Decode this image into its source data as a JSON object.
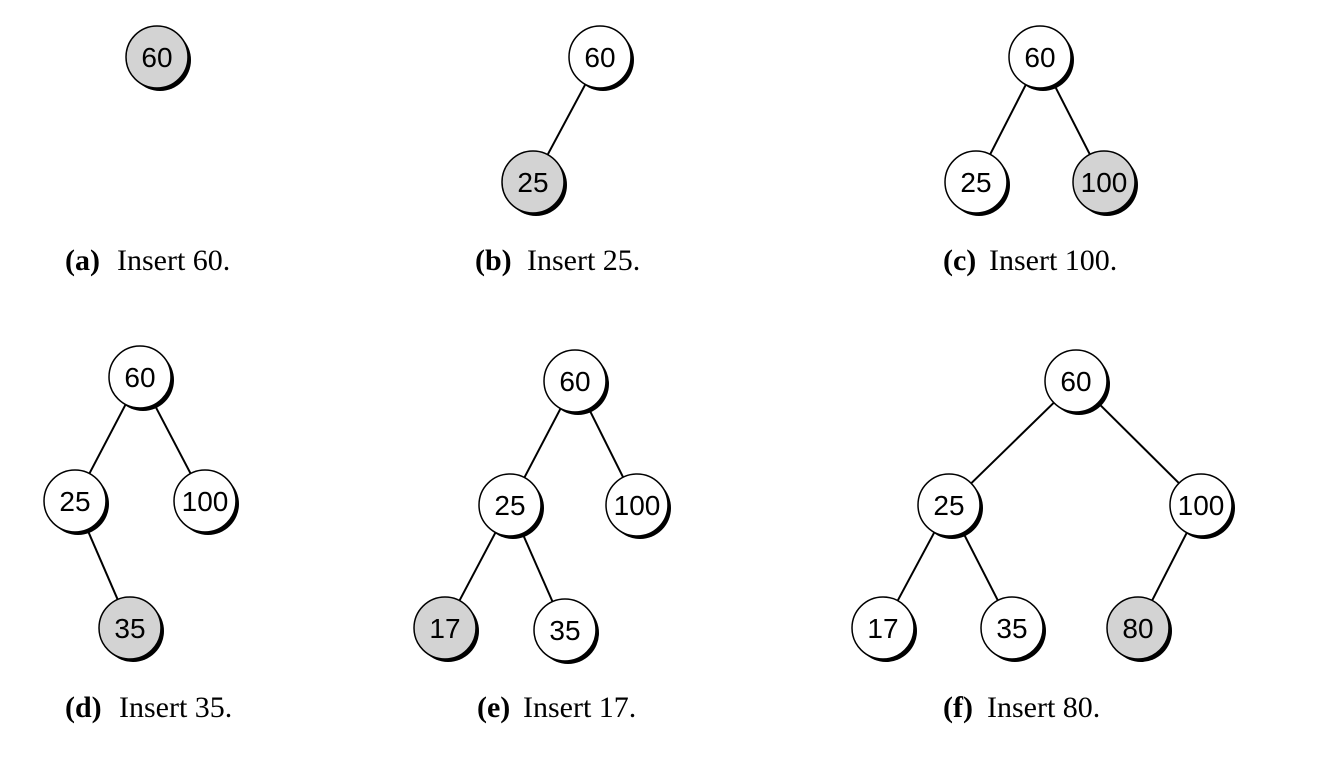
{
  "colors": {
    "new_node_fill": "#d3d3d3",
    "node_fill": "#ffffff",
    "stroke": "#000000"
  },
  "panels": [
    {
      "id": "a",
      "caption": {
        "letter": "(a)",
        "text": "Insert 60."
      },
      "nodes": [
        {
          "id": "n60",
          "value": "60",
          "new": true
        }
      ],
      "edges": []
    },
    {
      "id": "b",
      "caption": {
        "letter": "(b)",
        "text": "Insert 25."
      },
      "nodes": [
        {
          "id": "n60",
          "value": "60",
          "new": false
        },
        {
          "id": "n25",
          "value": "25",
          "new": true
        }
      ],
      "edges": [
        [
          "n60",
          "n25"
        ]
      ]
    },
    {
      "id": "c",
      "caption": {
        "letter": "(c)",
        "text": "Insert 100."
      },
      "nodes": [
        {
          "id": "n60",
          "value": "60",
          "new": false
        },
        {
          "id": "n25",
          "value": "25",
          "new": false
        },
        {
          "id": "n100",
          "value": "100",
          "new": true
        }
      ],
      "edges": [
        [
          "n60",
          "n25"
        ],
        [
          "n60",
          "n100"
        ]
      ]
    },
    {
      "id": "d",
      "caption": {
        "letter": "(d)",
        "text": "Insert 35."
      },
      "nodes": [
        {
          "id": "n60",
          "value": "60",
          "new": false
        },
        {
          "id": "n25",
          "value": "25",
          "new": false
        },
        {
          "id": "n100",
          "value": "100",
          "new": false
        },
        {
          "id": "n35",
          "value": "35",
          "new": true
        }
      ],
      "edges": [
        [
          "n60",
          "n25"
        ],
        [
          "n60",
          "n100"
        ],
        [
          "n25",
          "n35"
        ]
      ]
    },
    {
      "id": "e",
      "caption": {
        "letter": "(e)",
        "text": "Insert 17."
      },
      "nodes": [
        {
          "id": "n60",
          "value": "60",
          "new": false
        },
        {
          "id": "n25",
          "value": "25",
          "new": false
        },
        {
          "id": "n100",
          "value": "100",
          "new": false
        },
        {
          "id": "n17",
          "value": "17",
          "new": true
        },
        {
          "id": "n35",
          "value": "35",
          "new": false
        }
      ],
      "edges": [
        [
          "n60",
          "n25"
        ],
        [
          "n60",
          "n100"
        ],
        [
          "n25",
          "n17"
        ],
        [
          "n25",
          "n35"
        ]
      ]
    },
    {
      "id": "f",
      "caption": {
        "letter": "(f)",
        "text": "Insert 80."
      },
      "nodes": [
        {
          "id": "n60",
          "value": "60",
          "new": false
        },
        {
          "id": "n25",
          "value": "25",
          "new": false
        },
        {
          "id": "n100",
          "value": "100",
          "new": false
        },
        {
          "id": "n17",
          "value": "17",
          "new": false
        },
        {
          "id": "n35",
          "value": "35",
          "new": false
        },
        {
          "id": "n80",
          "value": "80",
          "new": true
        }
      ],
      "edges": [
        [
          "n60",
          "n25"
        ],
        [
          "n60",
          "n100"
        ],
        [
          "n25",
          "n17"
        ],
        [
          "n25",
          "n35"
        ],
        [
          "n100",
          "n80"
        ]
      ]
    }
  ]
}
